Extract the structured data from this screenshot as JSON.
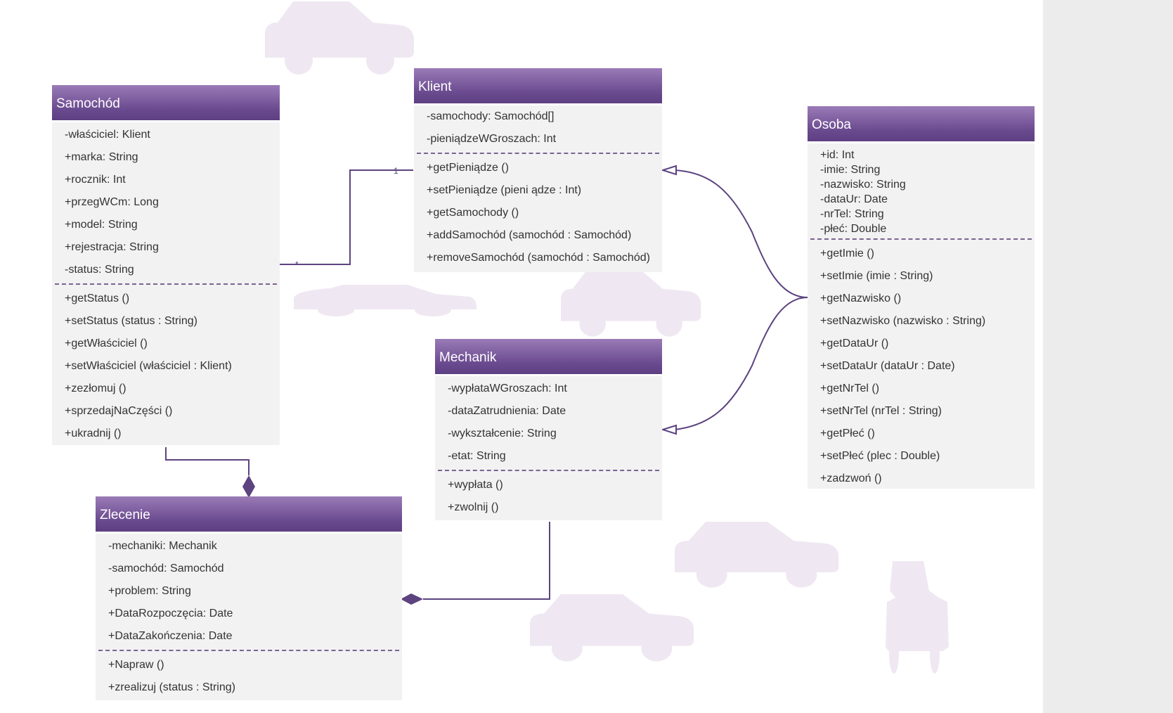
{
  "classes": {
    "samochod": {
      "title": "Samochód",
      "attributes": [
        "-właściciel: Klient",
        "+marka: String",
        "+rocznik: Int",
        "+przegWCm: Long",
        "+model: String",
        "+rejestracja: String",
        "-status: String"
      ],
      "methods": [
        "+getStatus ()",
        "+setStatus (status : String)",
        "+getWłaściciel ()",
        "+setWłaściciel (właściciel : Klient)",
        "+zezłomuj ()",
        "+sprzedajNaCzęści ()",
        "+ukradnij ()"
      ]
    },
    "klient": {
      "title": "Klient",
      "attributes": [
        "-samochody: Samochód[]",
        "-pieniądzeWGroszach: Int"
      ],
      "methods": [
        "+getPieniądze ()",
        "+setPieniądze (pieni ądze : Int)",
        "+getSamochody ()",
        "+addSamochód (samochód : Samochód)",
        "+removeSamochód (samochód : Samochód)"
      ]
    },
    "osoba": {
      "title": "Osoba",
      "attributes": [
        "+id: Int",
        "-imie: String",
        "-nazwisko: String",
        "-dataUr: Date",
        "-nrTel: String",
        "-płeć: Double"
      ],
      "methods": [
        "+getImie ()",
        "+setImie (imie : String)",
        "+getNazwisko ()",
        "+setNazwisko (nazwisko : String)",
        "+getDataUr ()",
        "+setDataUr (dataUr : Date)",
        "+getNrTel ()",
        "+setNrTel (nrTel : String)",
        "+getPłeć ()",
        "+setPłeć (plec : Double)",
        "+zadzwoń ()"
      ]
    },
    "mechanik": {
      "title": "Mechanik",
      "attributes": [
        "-wypłataWGroszach: Int",
        "-dataZatrudnienia: Date",
        "-wykształcenie: String",
        "-etat: String"
      ],
      "methods": [
        "+wypłata ()",
        "+zwolnij ()"
      ]
    },
    "zlecenie": {
      "title": "Zlecenie",
      "attributes": [
        "-mechaniki: Mechanik",
        "-samochód: Samochód",
        "+problem: String",
        "+DataRozpoczęcia: Date",
        "+DataZakończenia: Date"
      ],
      "methods": [
        "+Napraw ()",
        "+zrealizuj (status : String)"
      ]
    }
  },
  "associations": {
    "samochod_klient": {
      "multiplicity_klient": "1",
      "multiplicity_samochod": "*"
    }
  },
  "colors": {
    "header": "#6a4a8f",
    "line": "#5d4380",
    "body": "#f2f2f2",
    "decor": "#efe8f2"
  },
  "decor_icon": "car-icon"
}
